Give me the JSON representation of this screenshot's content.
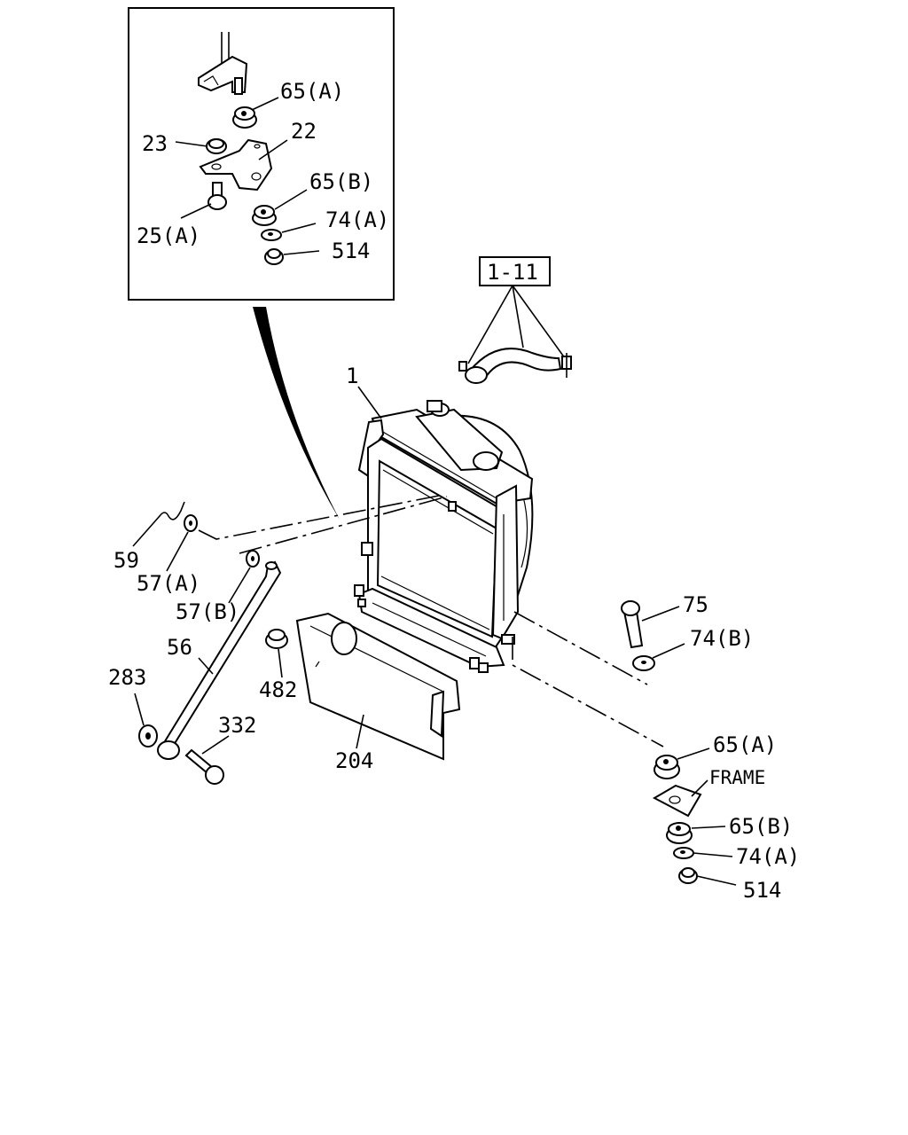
{
  "labels": {
    "inset_65a": "65(A)",
    "inset_22": "22",
    "inset_23": "23",
    "inset_65b": "65(B)",
    "inset_25a": "25(A)",
    "inset_74a": "74(A)",
    "inset_514": "514",
    "ref_1_11": "1-11",
    "p1": "1",
    "p59": "59",
    "p57a": "57(A)",
    "p57b": "57(B)",
    "p56": "56",
    "p283": "283",
    "p332": "332",
    "p482": "482",
    "p204": "204",
    "p75": "75",
    "p74b": "74(B)",
    "p65a": "65(A)",
    "frame": "FRAME",
    "p65b": "65(B)",
    "p74a": "74(A)",
    "p514": "514"
  }
}
